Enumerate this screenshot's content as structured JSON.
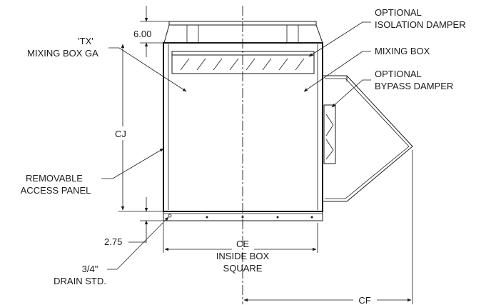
{
  "labels": {
    "dim_top": "6.00",
    "tx_line1": "'TX'",
    "tx_line2": "MIXING BOX GA",
    "cj": "CJ",
    "removable_line1": "REMOVABLE",
    "removable_line2": "ACCESS PANEL",
    "dim_bottom": "2.75",
    "drain_line1": "3/4\"",
    "drain_line2": "DRAIN STD.",
    "ce_line1": "CE",
    "ce_line2": "INSIDE BOX",
    "ce_line3": "SQUARE",
    "cf": "CF",
    "iso_line1": "OPTIONAL",
    "iso_line2": "ISOLATION DAMPER",
    "mixing_box": "MIXING BOX",
    "bypass_line1": "OPTIONAL",
    "bypass_line2": "BYPASS DAMPER"
  },
  "colors": {
    "line": "#1a1a1a",
    "background": "#ffffff"
  }
}
